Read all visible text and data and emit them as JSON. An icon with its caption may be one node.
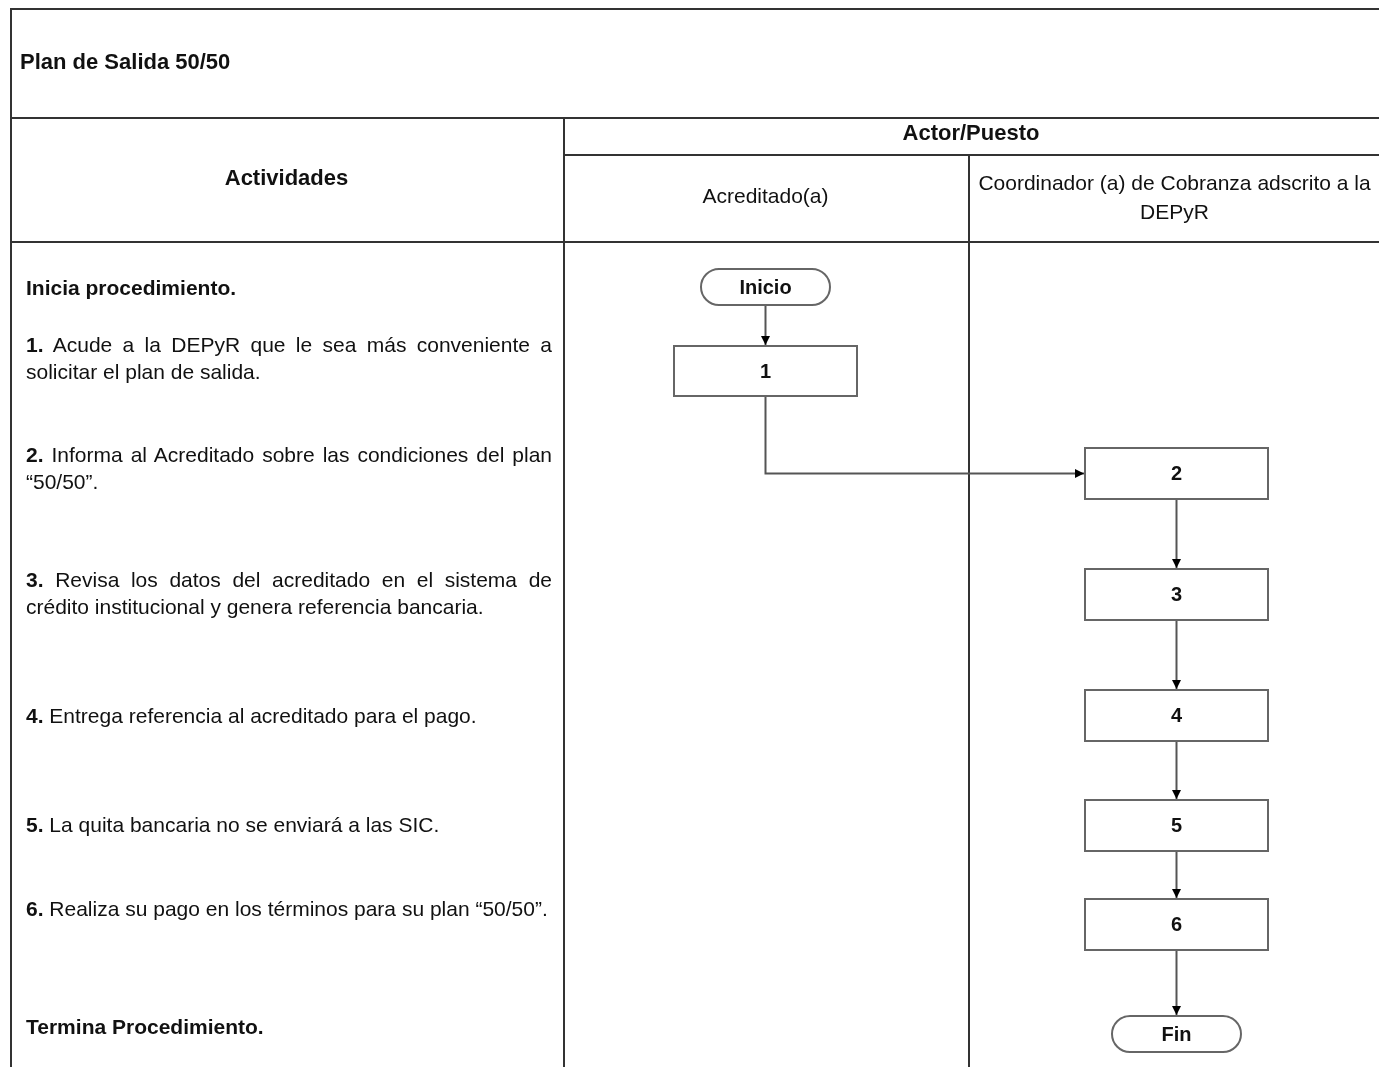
{
  "diagram": {
    "title": "Plan de Salida 50/50",
    "nodes": [
      {
        "text": [
          "Inicio"
        ]
      },
      {
        "text": [
          "1"
        ]
      },
      {
        "text": [
          "2"
        ]
      },
      {
        "text": [
          "3"
        ]
      },
      {
        "text": [
          "4"
        ]
      },
      {
        "text": [
          "5"
        ]
      },
      {
        "text": [
          "6"
        ]
      },
      {
        "text": [
          "Fin"
        ]
      }
    ],
    "edges": [
      {
        "from": 0,
        "to": 1,
        "arrow": "to"
      },
      {
        "from": 1,
        "to": 2,
        "arrow": "to"
      },
      {
        "from": 2,
        "to": 3,
        "arrow": "to"
      },
      {
        "from": 3,
        "to": 4,
        "arrow": "to"
      },
      {
        "from": 4,
        "to": 5,
        "arrow": "to"
      },
      {
        "from": 5,
        "to": 6,
        "arrow": "to"
      },
      {
        "from": 6,
        "to": 7,
        "arrow": "to"
      }
    ],
    "labels": [
      "Actividades",
      "Actor/Puesto",
      "Acreditado(a)",
      "Coordinador (a) de Cobranza adscrito a la DEPyR",
      "Inicia procedimiento.",
      "**1.** Acude a la DEPyR que le sea más conveniente a solicitar el plan de salida.",
      "**2.** Informa al Acreditado sobre las condiciones del plan “50/50”.",
      "**3.** Revisa los datos del acreditado en el sistema de crédito institucional y genera referencia bancaria.",
      "**4.** Entrega referencia al acreditado para el pago.",
      "**5.** La quita bancaria no se enviará a las SIC.",
      "**6.** Realiza su pago en los términos para su plan “50/50”.",
      "Termina Procedimiento."
    ]
  }
}
